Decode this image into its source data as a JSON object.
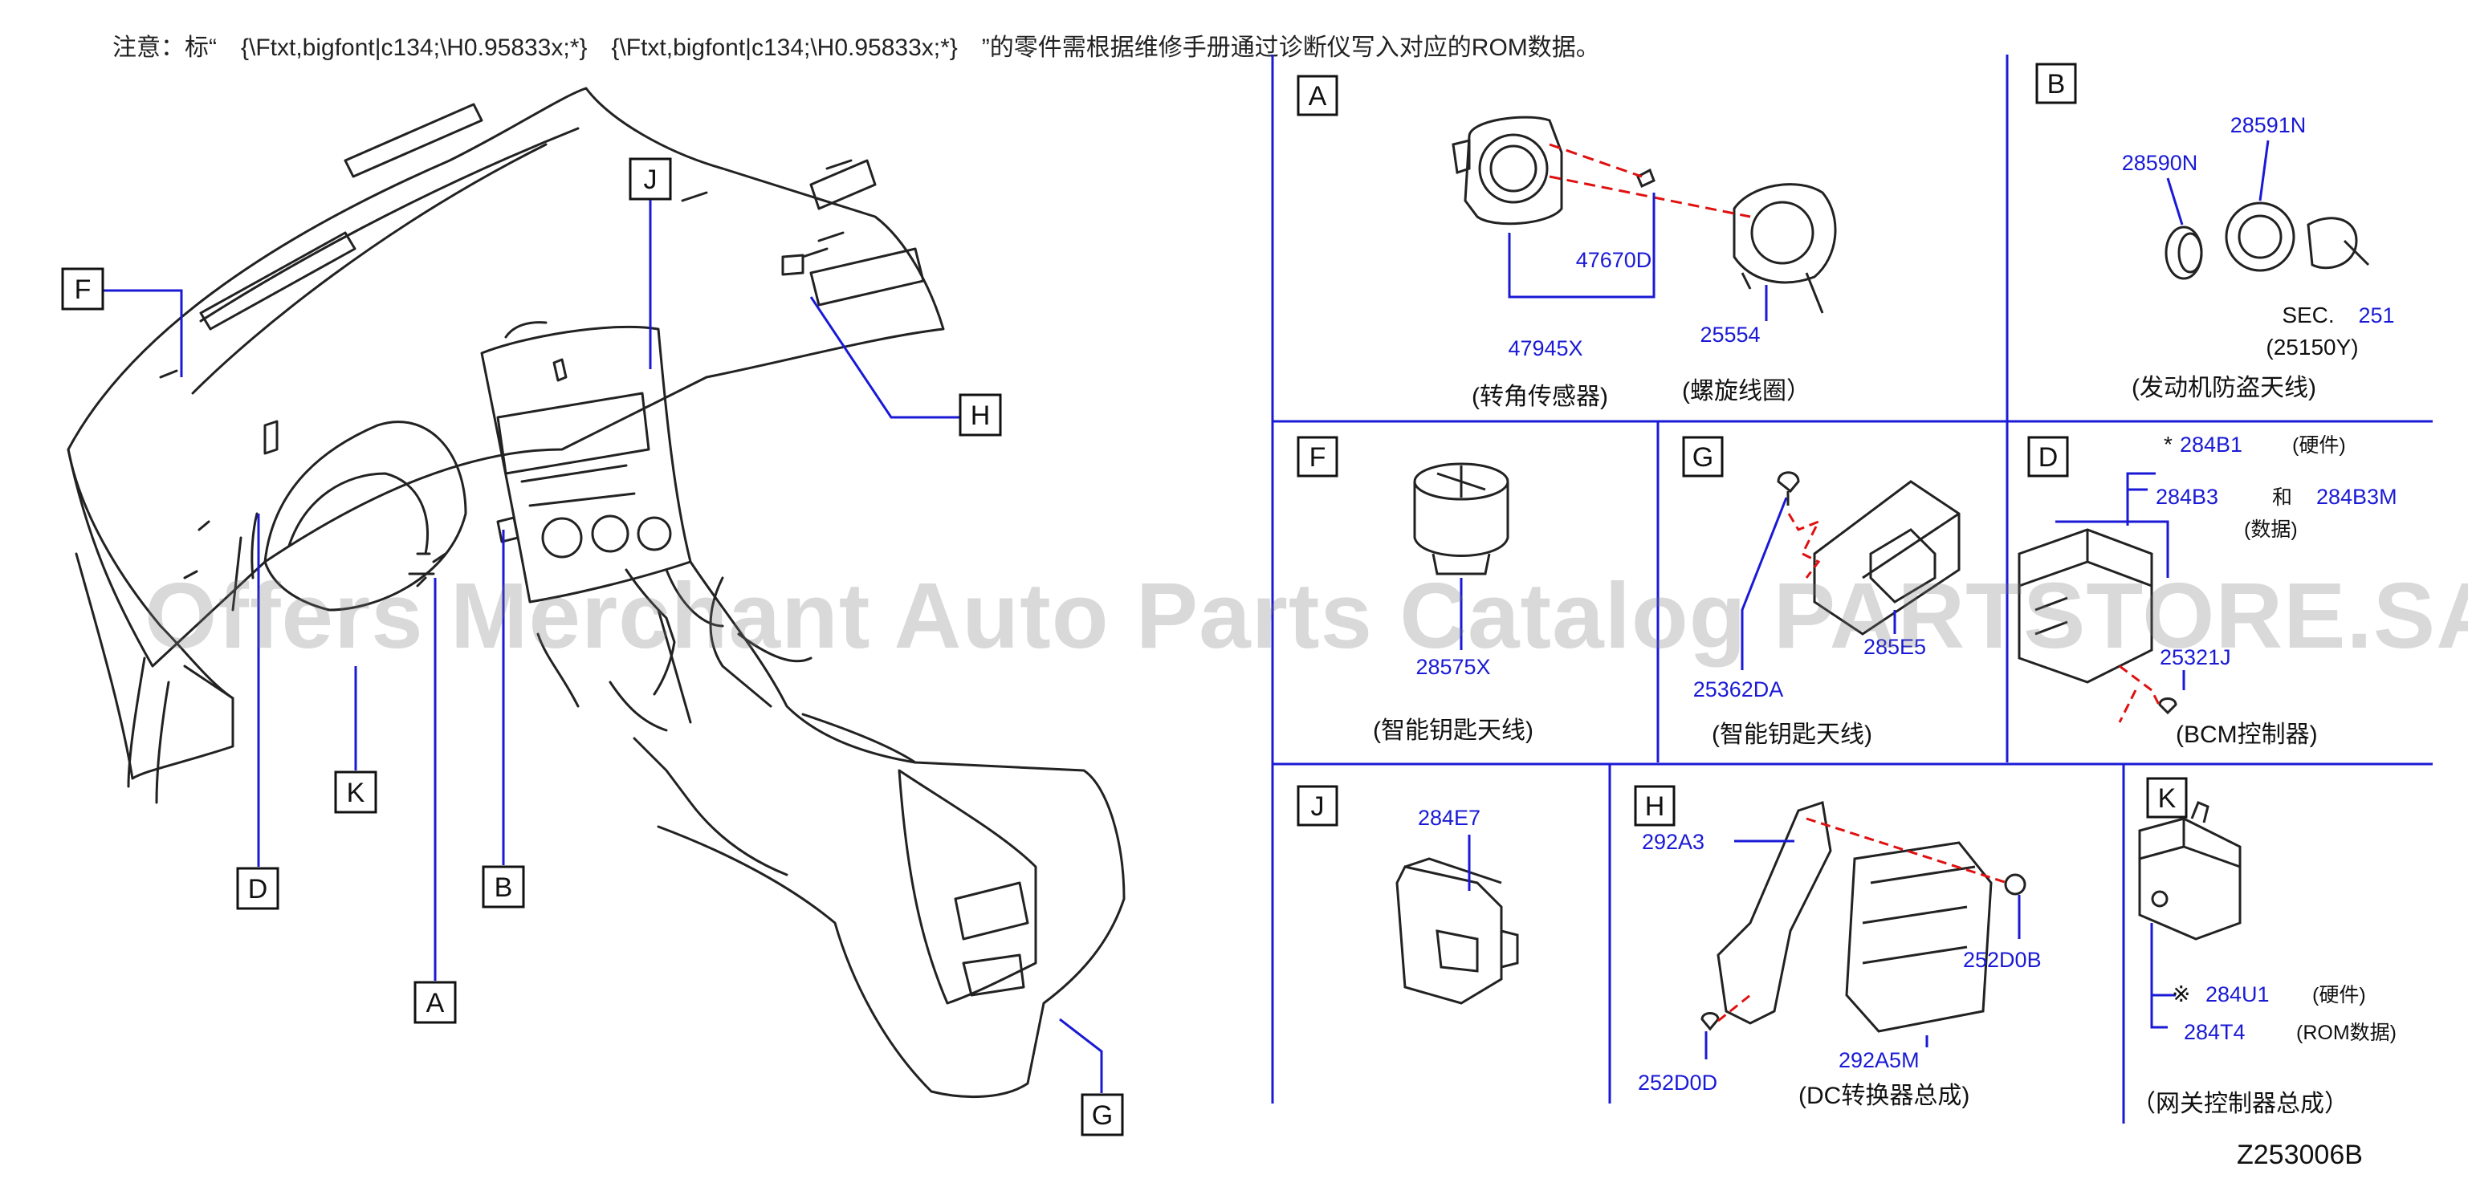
{
  "note": "注意：标“　{\\Ftxt,bigfont|c134;\\H0.95833x;*}　{\\Ftxt,bigfont|c134;\\H0.95833x;*}　”的零件需根据维修手册通过诊断仪写入对应的ROM数据。",
  "diagram_id": "Z253006B",
  "watermark": "Offers Merchant Auto Parts Catalog PARTSTORE.SA",
  "overview_callouts": {
    "F": "F",
    "J": "J",
    "H": "H",
    "K": "K",
    "D": "D",
    "B": "B",
    "A": "A",
    "G": "G"
  },
  "panels": {
    "A": {
      "letter": "A",
      "parts": [
        "47670D",
        "47945X",
        "25554"
      ],
      "captions": [
        "(转角传感器)",
        "(螺旋线圈）"
      ]
    },
    "B": {
      "letter": "B",
      "parts": [
        "28591N",
        "28590N",
        "251"
      ],
      "sec_label": "SEC.",
      "sub_label": "(25150Y)",
      "caption": "(发动机防盗天线)"
    },
    "F": {
      "letter": "F",
      "part": "28575X",
      "caption": "(智能钥匙天线)"
    },
    "G": {
      "letter": "G",
      "parts": [
        "25362DA",
        "285E5"
      ],
      "caption": "(智能钥匙天线)"
    },
    "D": {
      "letter": "D",
      "star": "*",
      "parts": [
        "284B1",
        "284B3",
        "284B3M",
        "25321J"
      ],
      "hw_label": "(硬件)",
      "and_label": "和",
      "data_label": "(数据)",
      "caption": "(BCM控制器)"
    },
    "J": {
      "letter": "J",
      "part": "284E7"
    },
    "H": {
      "letter": "H",
      "parts": [
        "292A3",
        "252D0B",
        "292A5M",
        "252D0D"
      ],
      "caption": "(DC转换器总成)"
    },
    "K": {
      "letter": "K",
      "mark": "※",
      "parts": [
        "284U1",
        "284T4"
      ],
      "hw_label": "(硬件)",
      "rom_label": "(ROM数据)",
      "caption": "（网关控制器总成）"
    }
  }
}
